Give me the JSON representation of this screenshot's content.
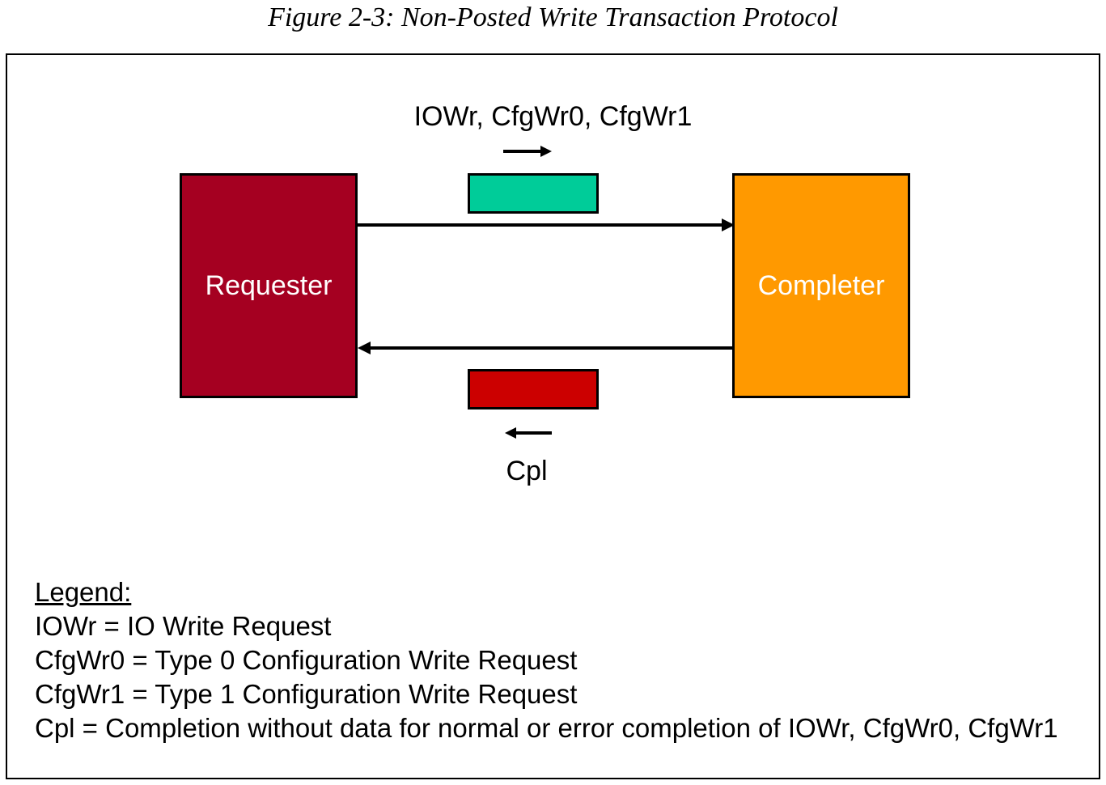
{
  "figure": {
    "caption": "Figure 2-3: Non-Posted Write Transaction Protocol"
  },
  "diagram": {
    "request_label": "IOWr, CfgWr0, CfgWr1",
    "completion_label": "Cpl",
    "requester": {
      "label": "Requester",
      "color": "#a50021"
    },
    "completer": {
      "label": "Completer",
      "color": "#ff9900"
    },
    "request_packet_color": "#00cc99",
    "completion_packet_color": "#cc0000"
  },
  "legend": {
    "title": "Legend:",
    "items": [
      "IOWr = IO Write Request",
      "CfgWr0 = Type 0 Configuration Write Request",
      "CfgWr1 = Type 1 Configuration Write Request",
      "Cpl = Completion without data for normal or error completion of IOWr, CfgWr0, CfgWr1"
    ]
  }
}
